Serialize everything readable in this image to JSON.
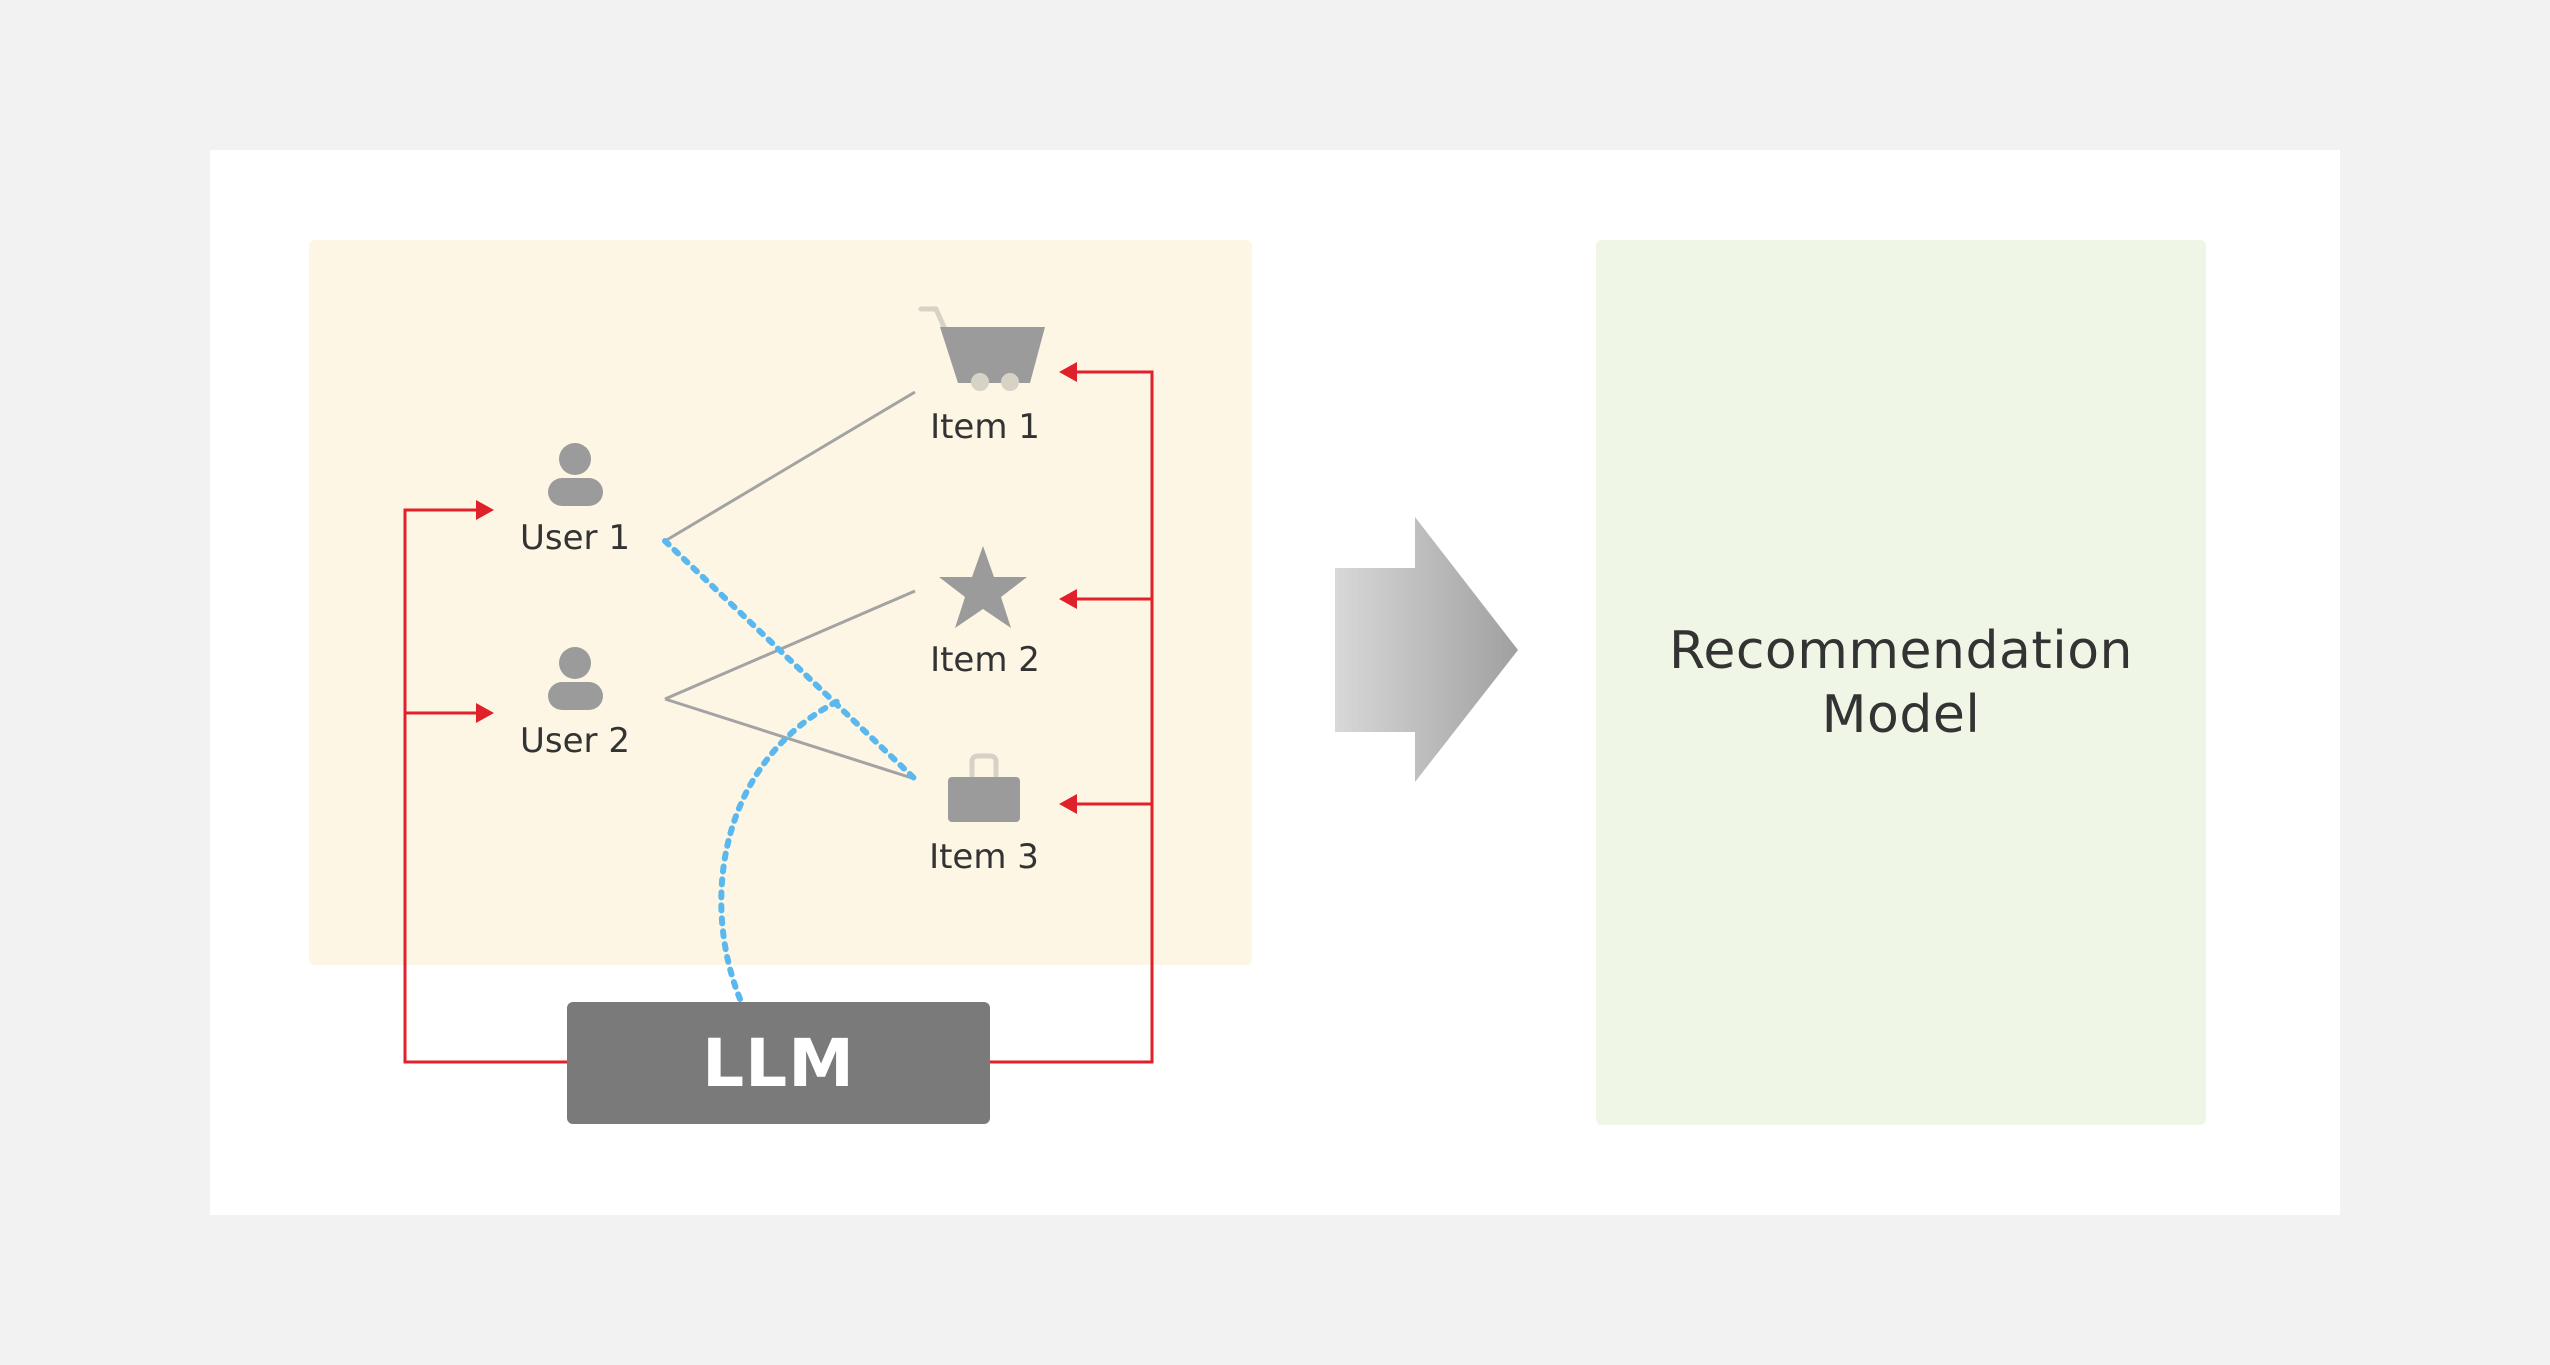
{
  "users": [
    {
      "label": "User 1",
      "icon": "user-icon"
    },
    {
      "label": "User 2",
      "icon": "user-icon"
    }
  ],
  "items": [
    {
      "label": "Item 1",
      "icon": "shopping-cart-icon"
    },
    {
      "label": "Item 2",
      "icon": "star-icon"
    },
    {
      "label": "Item 3",
      "icon": "shopping-bag-icon"
    }
  ],
  "llm": {
    "label": "LLM"
  },
  "model": {
    "line1": "Recommendation",
    "line2": "Model"
  },
  "colors": {
    "background": "#f2f2f2",
    "card": "#ffffff",
    "graph_panel": "#fdf6e4",
    "model_panel": "#f0f6e5",
    "icon_gray": "#9b9b9b",
    "edge_gray": "#a3a3a3",
    "llm_box": "#7a7a7a",
    "feedback_red": "#e0202a",
    "llm_edge_blue": "#5ab8ee"
  }
}
